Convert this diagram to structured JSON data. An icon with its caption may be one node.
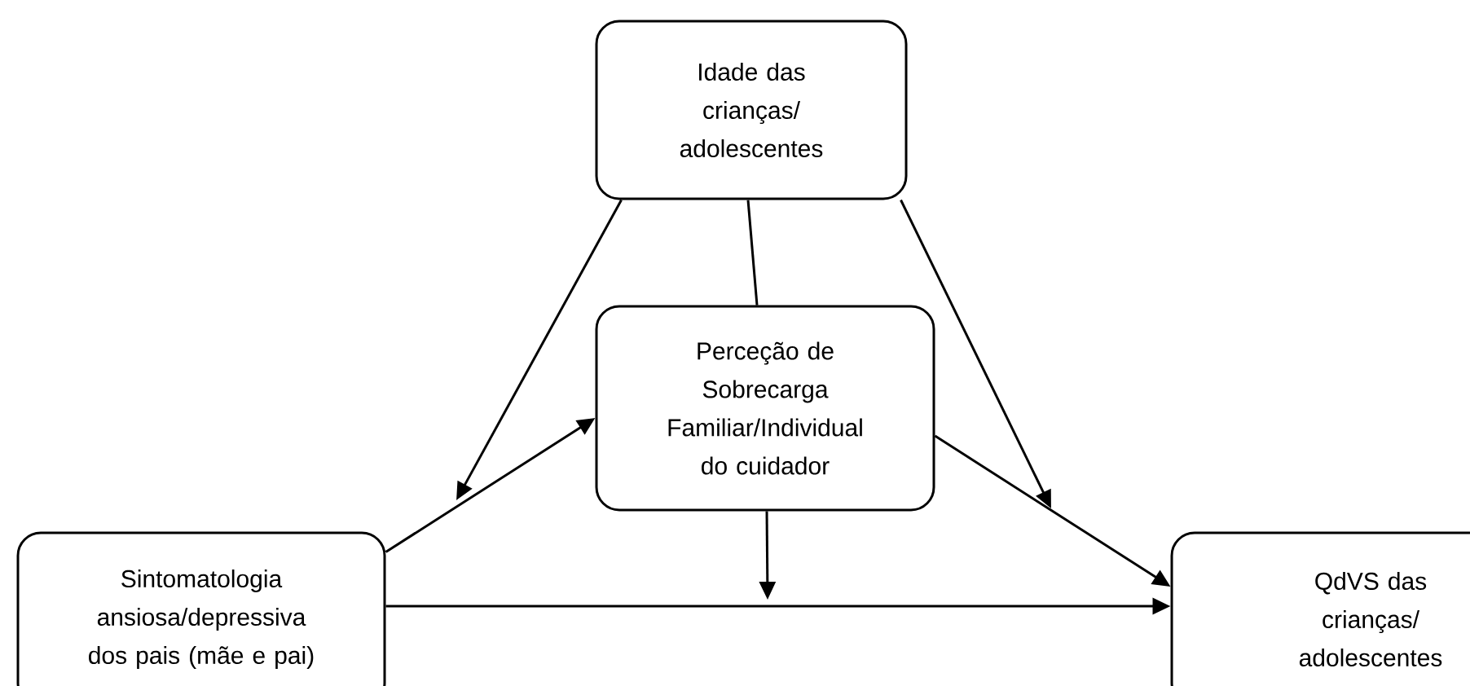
{
  "diagram": {
    "nodes": [
      {
        "text": [
          "Idade das crianças/ adolescentes"
        ]
      },
      {
        "text": [
          "Perceção de Sobrecarga Familiar/Individual do cuidador"
        ]
      },
      {
        "text": [
          "Sintomatologia ansiosa/depressiva dos pais (mãe e pai)"
        ]
      },
      {
        "text": [
          "QdVS das crianças/ adolescentes"
        ]
      }
    ],
    "edges": [
      {
        "from": 0,
        "to": null,
        "arrow": "to"
      },
      {
        "from": 0,
        "to": 1,
        "arrow": "none"
      },
      {
        "from": 0,
        "to": null,
        "arrow": "to"
      },
      {
        "from": 2,
        "to": 1,
        "arrow": "to"
      },
      {
        "from": 1,
        "to": 3,
        "arrow": "to"
      },
      {
        "from": 1,
        "to": null,
        "arrow": "to"
      },
      {
        "from": 2,
        "to": 3,
        "arrow": "to"
      }
    ]
  }
}
